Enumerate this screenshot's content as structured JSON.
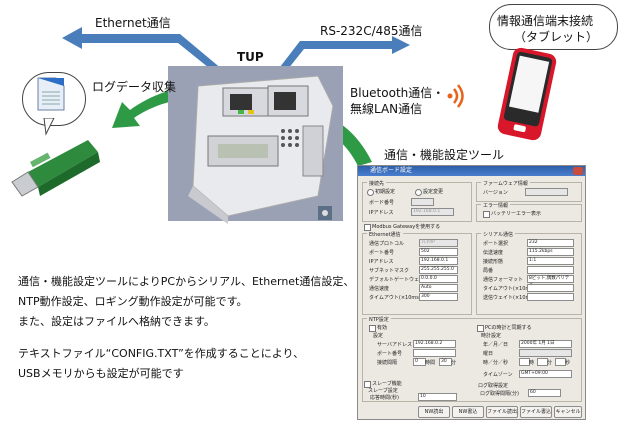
{
  "labels": {
    "ethernet": "Ethernet通信",
    "rs232": "RS-232C/485通信",
    "tup": "TUP",
    "log": "ログデータ収集",
    "bt_line1": "Bluetooth通信・",
    "bt_line2": "無線LAN通信",
    "tool": "通信・機能設定ツール",
    "tablet_line1": "情報通信端末接続",
    "tablet_line2": "（タブレット）"
  },
  "notes": {
    "line1": "通信・機能設定ツールによりPCからシリアル、Ethernet通信設定、",
    "line2": "NTP動作設定、ロギング動作設定が可能です。",
    "line3": "また、設定はファイルへ格納できます。",
    "line4": "テキストファイル“CONFIG.TXT”を作成することにより、",
    "line5": "USBメモリからも設定が可能です"
  },
  "dialog": {
    "title": "通信ボード設定",
    "g_conn": "接続先",
    "r_init": "初期設定",
    "r_change": "設定変更",
    "board_no": "ボード番号",
    "ip": "IPアドレス",
    "ip_val": "192.168.0.1",
    "g_fw": "ファームウェア情報",
    "version": "バージョン",
    "g_err": "エラー情報",
    "battery": "バッテリーエラー表示",
    "modbus": "Modbus Gatewayを使用する",
    "g_eth": "Ethernet通信",
    "eth_proto": "通信プロトコル",
    "eth_proto_val": "TCP/IP",
    "eth_port": "ポート番号",
    "eth_port_val": "502",
    "eth_ip": "IPアドレス",
    "eth_ip_val": "192.168.0.1",
    "eth_mask": "サブネットマスク",
    "eth_mask_val": "255.255.255.0",
    "eth_gw": "デフォルトゲートウェイ",
    "eth_gw_val": "0.0.0.0",
    "eth_speed": "通信速度",
    "eth_speed_val": "Auto",
    "eth_timeout": "タイムアウト(×10ms)",
    "eth_timeout_val": "300",
    "g_serial": "シリアル通信",
    "s_port": "ポート選択",
    "s_port_val": "232",
    "s_speed": "伝送速度",
    "s_speed_val": "115.2kbps",
    "s_data": "接続形態",
    "s_data_val": "1:1",
    "s_parity": "局番",
    "s_format": "通信フォーマット",
    "s_format_val": "8ビット,偶数パリティ",
    "s_timeout": "タイムアウト(×10ms)",
    "s_wait": "送信ウェイト(×10ms)",
    "g_ntp": "NTP設定",
    "ntp_enable": "有効",
    "ntp_sub": "設定",
    "ntp_server": "サーバアドレス",
    "ntp_server_val": "192.168.0.2",
    "ntp_port": "ポート番号",
    "ntp_interval": "接続間隔",
    "ntp_interval_val": "0",
    "ntp_unit_h": "時間",
    "ntp_min_val": "30",
    "ntp_unit_m": "分",
    "pc_sync": "PCの時計と同期する",
    "g_time": "時計設定",
    "t_date": "年／月／日",
    "t_date_val": "2000年 1月 1日",
    "t_week": "曜日",
    "t_hms": "時／分／秒",
    "t_h_unit": "時",
    "t_m_unit": "分",
    "t_s_unit": "秒",
    "t_zone": "タイムゾーン",
    "t_zone_val": "GMT+09:00",
    "slave_func": "スレーブ機能",
    "slave_sub": "スレーブ設定",
    "slave_reply": "応答時間(秒)",
    "slave_reply_val": "10",
    "g_log": "ログ取得設定",
    "log_interval": "ログ取得間隔(分)",
    "log_interval_val": "60",
    "btn_read": "NW読出",
    "btn_write": "NW書込",
    "btn_file_read": "ファイル読出",
    "btn_file_write": "ファイル書込",
    "btn_cancel": "キャンセル"
  },
  "colors": {
    "arrow_blue": "#4a7ebb",
    "arrow_green": "#2e9a46",
    "bt_orange": "#e8631a",
    "phone_red": "#d8182a"
  },
  "icons": [
    "document-icon",
    "usb-stick-icon",
    "bluetooth-wave-icon",
    "tablet-phone-icon",
    "device-tup-icon"
  ]
}
